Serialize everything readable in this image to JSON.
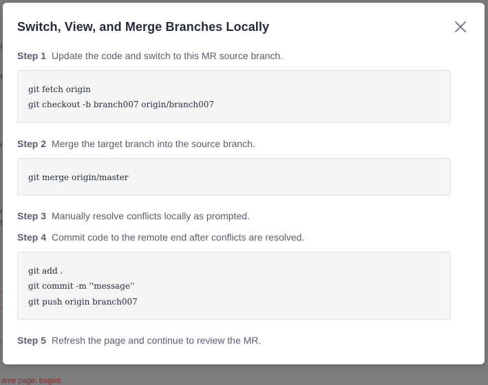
{
  "background_fragments": [
    "9",
    "e",
    "r",
    "o",
    "9",
    "er",
    "ame page: baged"
  ],
  "modal": {
    "title": "Switch, View, and Merge Branches Locally",
    "close_icon": "close-icon",
    "steps": [
      {
        "label": "Step 1",
        "text": "Update the code and switch to this MR source branch."
      },
      {
        "label": "Step 2",
        "text": "Merge the target branch into the source branch."
      },
      {
        "label": "Step 3",
        "text": "Manually resolve conflicts locally as prompted."
      },
      {
        "label": "Step 4",
        "text": "Commit code to the remote end after conflicts are resolved."
      },
      {
        "label": "Step 5",
        "text": "Refresh the page and continue to review the MR."
      }
    ],
    "code_blocks": [
      {
        "lines": [
          "git fetch origin",
          "git checkout -b branch007 origin/branch007"
        ]
      },
      {
        "lines": [
          "git merge origin/master"
        ]
      },
      {
        "lines": [
          "git add .",
          "git commit -m ''message''",
          "git push origin branch007"
        ]
      }
    ]
  },
  "colors": {
    "overlay": "#7d7d7d",
    "title": "#252b3a",
    "text": "#575d6c",
    "code_bg": "#f5f5f6",
    "code_border": "#dfe1e6"
  }
}
